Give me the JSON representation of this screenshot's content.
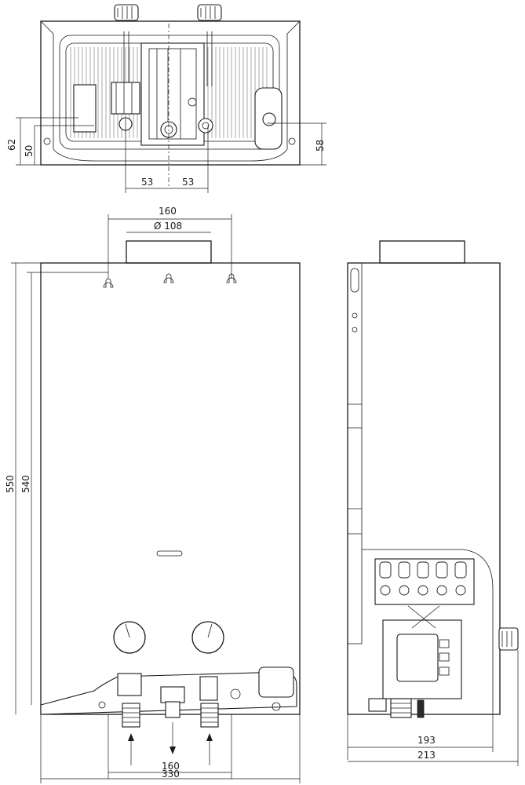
{
  "dimensions": {
    "top_view": {
      "height_62": "62",
      "height_50": "50",
      "height_58": "58",
      "offset_left_53": "53",
      "offset_right_53": "53"
    },
    "front_view": {
      "flue_spacing": "160",
      "flue_diameter": "Ø 108",
      "total_height": "550",
      "inner_height": "540",
      "connection_spacing": "160",
      "total_width": "330"
    },
    "side_view": {
      "depth_inner": "193",
      "depth_total": "213"
    }
  }
}
